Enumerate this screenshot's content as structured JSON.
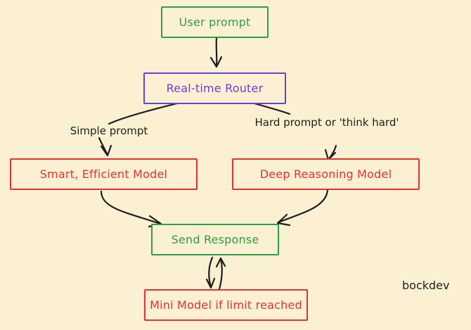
{
  "nodes": {
    "user_prompt": "User prompt",
    "router": "Real-time Router",
    "smart_model": "Smart, Efficient Model",
    "deep_model": "Deep Reasoning Model",
    "send_response": "Send Response",
    "mini_model": "Mini Model if limit reached"
  },
  "edge_labels": {
    "simple": "Simple prompt",
    "hard": "Hard prompt or 'think hard'"
  },
  "watermark": "bockdev",
  "colors": {
    "background": "#fbf0d2",
    "green": "#2f9e44",
    "purple": "#6741d9",
    "red": "#e03131",
    "ink": "#1e1e1e"
  }
}
